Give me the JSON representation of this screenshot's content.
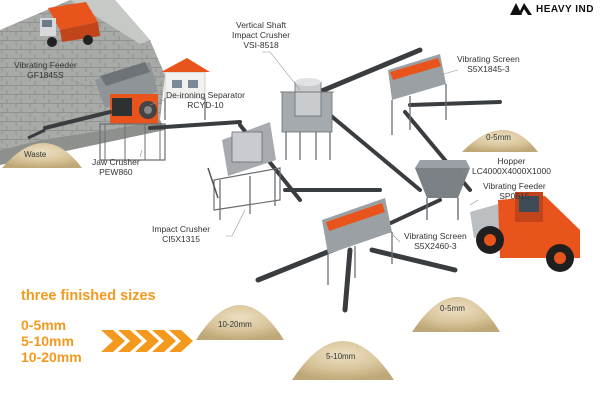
{
  "brand": {
    "name": "HEAVY IND"
  },
  "callouts": {
    "vibrating_feeder_top": [
      "Vibrating Feeder",
      "GF1845S"
    ],
    "vsi_crusher": [
      "Vertical Shaft",
      "Impact Crusher",
      "VSI-8518"
    ],
    "vibrating_screen_top": [
      "Vibrating Screen",
      "S5X1845-3"
    ],
    "deironing_separator": [
      "De-ironing Separator",
      "RCYD-10"
    ],
    "jaw_crusher": [
      "Jaw Crusher",
      "PEW860"
    ],
    "hopper": [
      "Hopper",
      "LC4000X4000X1000"
    ],
    "vibrating_feeder_bottom": [
      "Vibrating Feeder",
      "SP0815"
    ],
    "impact_crusher": [
      "Impact Crusher",
      "CI5X1315"
    ],
    "vibrating_screen_bottom": [
      "Vibrating Screen",
      "S5X2460-3"
    ]
  },
  "piles": {
    "waste": "Waste",
    "top_right": "0-5mm",
    "bottom_left": "10-20mm",
    "bottom_middle": "5-10mm",
    "bottom_right": "0-5mm"
  },
  "finished_sizes": {
    "heading": "three finished sizes",
    "items": [
      "0-5mm",
      "5-10mm",
      "10-20mm"
    ]
  },
  "colors": {
    "accent": "#f39a1e",
    "machine_orange": "#e8541c",
    "sand": "#d8c49a",
    "steel": "#8f9499",
    "conveyor": "#3a3d40"
  }
}
